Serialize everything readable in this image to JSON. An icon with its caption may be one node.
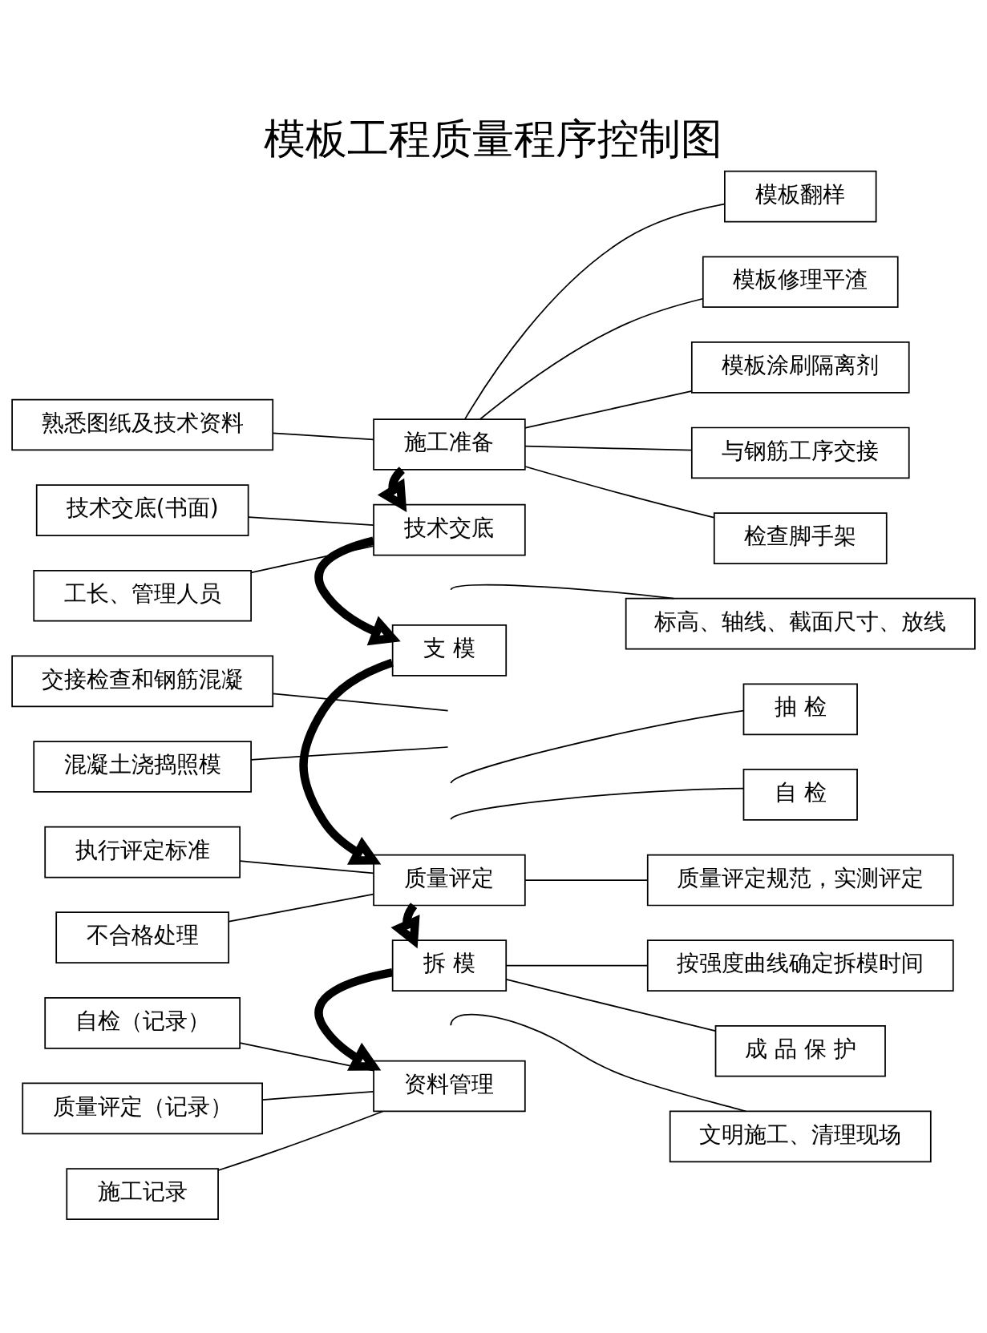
{
  "diagram": {
    "title": "模板工程质量程序控制图",
    "nodes": [
      {
        "text": [
          "施工准备"
        ]
      },
      {
        "text": [
          "熟悉图纸及技术资料"
        ]
      },
      {
        "text": [
          "模板翻样"
        ]
      },
      {
        "text": [
          "模板修理平渣"
        ]
      },
      {
        "text": [
          "模板涂刷隔离剂"
        ]
      },
      {
        "text": [
          "与钢筋工序交接"
        ]
      },
      {
        "text": [
          "检查脚手架"
        ]
      },
      {
        "text": [
          "技术交底"
        ]
      },
      {
        "text": [
          "技术交底(书面)"
        ]
      },
      {
        "text": [
          "工长、管理人员"
        ]
      },
      {
        "text": [
          "标高、轴线、截面尺寸、放线"
        ]
      },
      {
        "text": [
          "支 模"
        ]
      },
      {
        "text": [
          "交接检查和钢筋混凝"
        ]
      },
      {
        "text": [
          "混凝土浇捣照模"
        ]
      },
      {
        "text": [
          "抽 检"
        ]
      },
      {
        "text": [
          "自 检"
        ]
      },
      {
        "text": [
          "质量评定"
        ]
      },
      {
        "text": [
          "执行评定标准"
        ]
      },
      {
        "text": [
          "不合格处理"
        ]
      },
      {
        "text": [
          "质量评定规范，实测评定"
        ]
      },
      {
        "text": [
          "拆 模"
        ]
      },
      {
        "text": [
          "按强度曲线确定拆模时间"
        ]
      },
      {
        "text": [
          "成 品 保 护"
        ]
      },
      {
        "text": [
          "文明施工、清理现场"
        ]
      },
      {
        "text": [
          "资料管理"
        ]
      },
      {
        "text": [
          "自检（记录）"
        ]
      },
      {
        "text": [
          "质量评定（记录）"
        ]
      },
      {
        "text": [
          "施工记录"
        ]
      }
    ],
    "edges": [
      {
        "from": 1,
        "to": 0,
        "arrow": "none"
      },
      {
        "from": 0,
        "to": 2,
        "arrow": "none"
      },
      {
        "from": 0,
        "to": 3,
        "arrow": "none"
      },
      {
        "from": 0,
        "to": 4,
        "arrow": "none"
      },
      {
        "from": 0,
        "to": 5,
        "arrow": "none"
      },
      {
        "from": 0,
        "to": 6,
        "arrow": "none"
      },
      {
        "from": 0,
        "to": 7,
        "arrow": "to",
        "style": "thick"
      },
      {
        "from": 8,
        "to": 7,
        "arrow": "none"
      },
      {
        "from": 9,
        "to": 7,
        "arrow": "none"
      },
      {
        "from": 10,
        "to": null,
        "arrow": "none"
      },
      {
        "from": 7,
        "to": 11,
        "arrow": "to",
        "style": "thick"
      },
      {
        "from": 12,
        "to": null,
        "arrow": "none"
      },
      {
        "from": 13,
        "to": null,
        "arrow": "none"
      },
      {
        "from": 14,
        "to": null,
        "arrow": "none"
      },
      {
        "from": 15,
        "to": null,
        "arrow": "none"
      },
      {
        "from": 11,
        "to": 16,
        "arrow": "to",
        "style": "thick"
      },
      {
        "from": 17,
        "to": 16,
        "arrow": "none"
      },
      {
        "from": 18,
        "to": 16,
        "arrow": "none"
      },
      {
        "from": 16,
        "to": 19,
        "arrow": "none"
      },
      {
        "from": 16,
        "to": 20,
        "arrow": "to",
        "style": "thick"
      },
      {
        "from": 20,
        "to": 21,
        "arrow": "none"
      },
      {
        "from": 20,
        "to": 22,
        "arrow": "none"
      },
      {
        "from": 23,
        "to": null,
        "arrow": "none"
      },
      {
        "from": 20,
        "to": 24,
        "arrow": "to",
        "style": "thick"
      },
      {
        "from": 25,
        "to": 24,
        "arrow": "none"
      },
      {
        "from": 26,
        "to": 24,
        "arrow": "none"
      },
      {
        "from": 27,
        "to": 24,
        "arrow": "none"
      }
    ]
  }
}
